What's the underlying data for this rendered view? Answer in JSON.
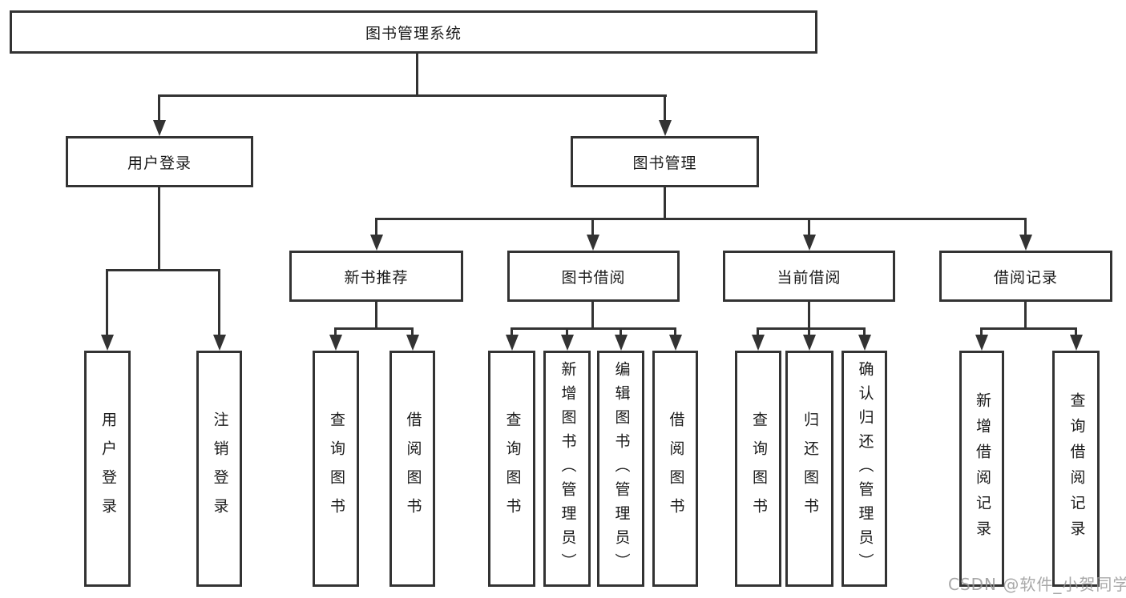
{
  "colors": {
    "line": "#333333",
    "text": "#1a1a1a",
    "box_background": "#ffffff",
    "watermark": "#999999"
  },
  "tree": {
    "label": "图书管理系统",
    "children": [
      {
        "label": "用户登录",
        "children": [
          {
            "label": "用户登录"
          },
          {
            "label": "注销登录"
          }
        ]
      },
      {
        "label": "图书管理",
        "children": [
          {
            "label": "新书推荐",
            "children": [
              {
                "label": "查询图书"
              },
              {
                "label": "借阅图书"
              }
            ]
          },
          {
            "label": "图书借阅",
            "children": [
              {
                "label": "查询图书"
              },
              {
                "label": "新增图书（管理员）"
              },
              {
                "label": "编辑图书（管理员）"
              },
              {
                "label": "借阅图书"
              }
            ]
          },
          {
            "label": "当前借阅",
            "children": [
              {
                "label": "查询图书"
              },
              {
                "label": "归还图书"
              },
              {
                "label": "确认归还（管理员）"
              }
            ]
          },
          {
            "label": "借阅记录",
            "children": [
              {
                "label": "新增借阅记录"
              },
              {
                "label": "查询借阅记录"
              }
            ]
          }
        ]
      }
    ]
  },
  "watermark": {
    "text": "CSDN @软件_小贺同学"
  }
}
